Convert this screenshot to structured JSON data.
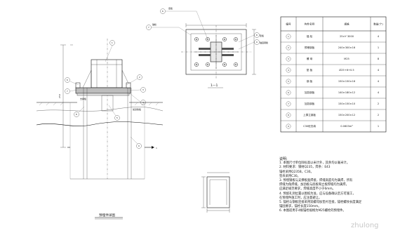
{
  "views": {
    "left_title": "预埋件详图",
    "right_title": "1—1",
    "callouts_left": [
      "1",
      "2",
      "3",
      "4",
      "5",
      "6",
      "7",
      "8",
      "9"
    ],
    "callouts_top": [
      "6",
      "7",
      "8",
      "9"
    ],
    "dim_left": "250",
    "section_mark": "1",
    "small_labels": [
      "支撑板",
      "加劲肋板",
      "底板",
      "锚栓",
      "垫板",
      "锚固钢筋"
    ]
  },
  "table": {
    "headers": [
      "编号",
      "构件名称",
      "规格",
      "数量(个)"
    ],
    "rows": [
      {
        "no": "1",
        "name": "锚 栓",
        "spec": "25×Y 3000",
        "qty": "4"
      },
      {
        "no": "2",
        "name": "预埋钢板",
        "spec": "240×300×16",
        "qty": "1"
      },
      {
        "no": "3",
        "name": "螺 母",
        "spec": "M25",
        "qty": "8"
      },
      {
        "no": "4",
        "name": "垫 板",
        "spec": "Ø25+6+0.5",
        "qty": "4"
      },
      {
        "no": "5",
        "name": "钢 板",
        "spec": "150×150×16",
        "qty": "4"
      },
      {
        "no": "6",
        "name": "加劲钢板",
        "spec": "140×180×12",
        "qty": "4"
      },
      {
        "no": "7",
        "name": "加劲钢板",
        "spec": "150×150×10",
        "qty": "2"
      },
      {
        "no": "8",
        "name": "上撑立钢板",
        "spec": "150×200×12",
        "qty": "2"
      },
      {
        "no": "9",
        "name": "C30砼充填",
        "spec": "0.0603m³",
        "qty": "1"
      }
    ]
  },
  "notes": {
    "heading": "说明:",
    "lines": [
      "1. 本图尺寸单位除标高以米计外，其余均以毫米计。",
      "2. 材料要求：钢材Q235，焊条：E43",
      "   锚栓采用Q235B，C30。",
      "   垫块采用C30。",
      "3. 预埋钢板与支撑板面焊接，焊缝高度均为满焊，所有",
      "   焊缝为角焊缝，加劲板与底板和立板焊缝均为满焊，",
      "   应满足规范要求，焊缝高度不小于6mm。",
      "4. 预留孔洞位置以图纸为准，应与设备确认后方可施工，",
      "   在预埋件施工时，应注意避让。",
      "5. 锚栓与钢板连接采用双螺母加垫片连接，锚栓螺纹长度满足",
      "   锚固要求，锚栓长度150mm。",
      "6. 本图适用于4根锚栓规格为M25螺栓的预埋件。"
    ]
  },
  "watermark": "zhulong"
}
